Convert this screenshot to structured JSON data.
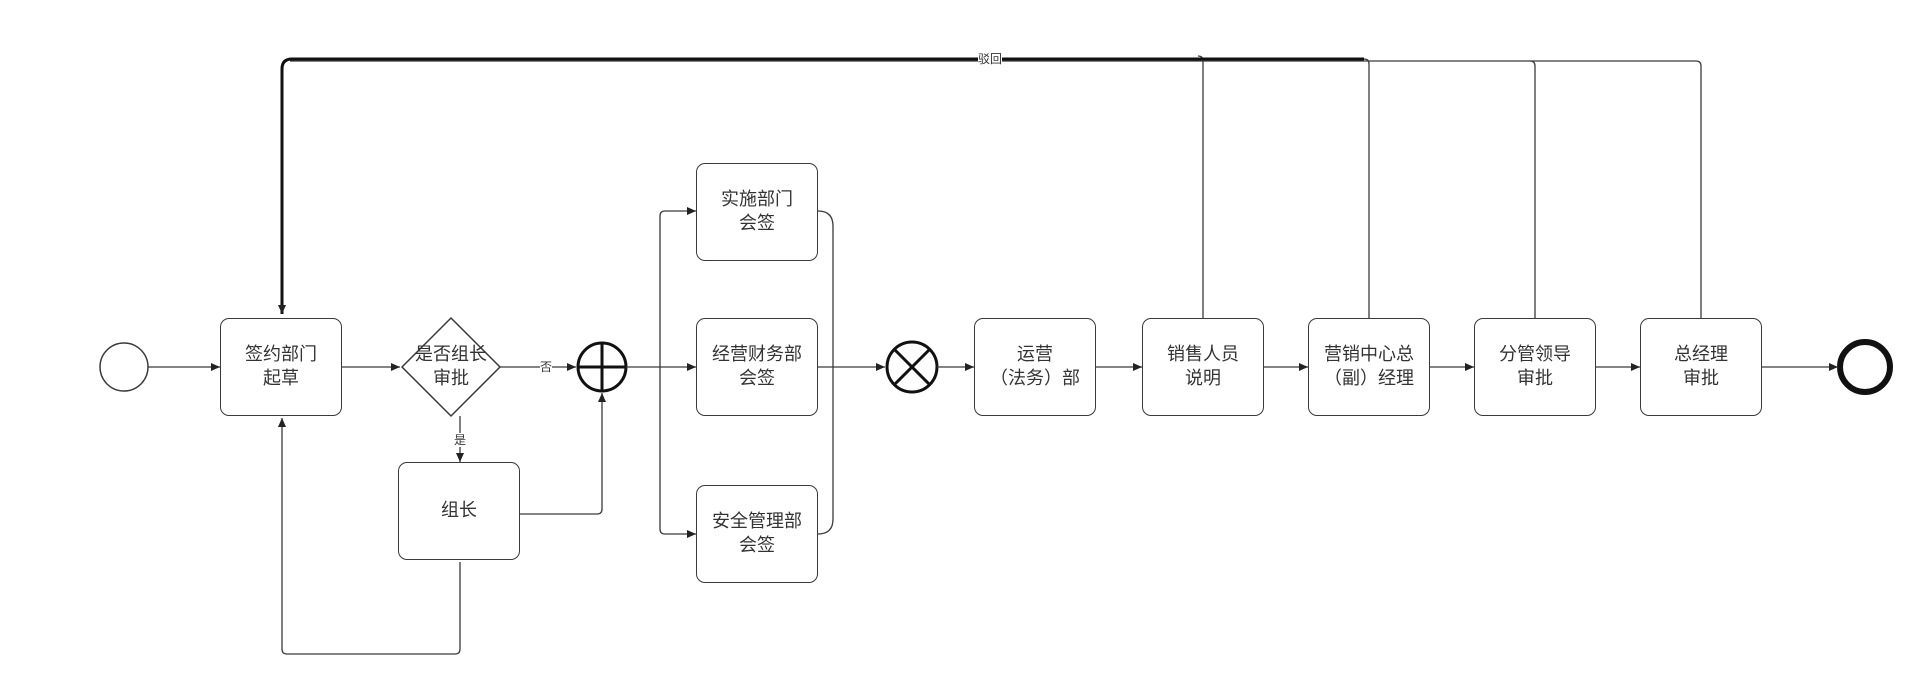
{
  "nodes": {
    "draft": "签约部门\n起草",
    "decision": "是否组长\n审批",
    "team_leader": "组长",
    "impl_dept": "实施部门\n会签",
    "finance_dept": "经营财务部\n会签",
    "safety_dept": "安全管理部\n会签",
    "ops_legal": "运营\n（法务）部",
    "sales_explain": "销售人员\n说明",
    "marketing_gm": "营销中心总\n（副）经理",
    "vp_approve": "分管领导\n审批",
    "gm_approve": "总经理\n审批"
  },
  "edge_labels": {
    "no": "否",
    "yes": "是",
    "reject": "驳回"
  },
  "colors": {
    "stroke": "#3a3a3a",
    "text": "#333333",
    "background": "#ffffff"
  }
}
